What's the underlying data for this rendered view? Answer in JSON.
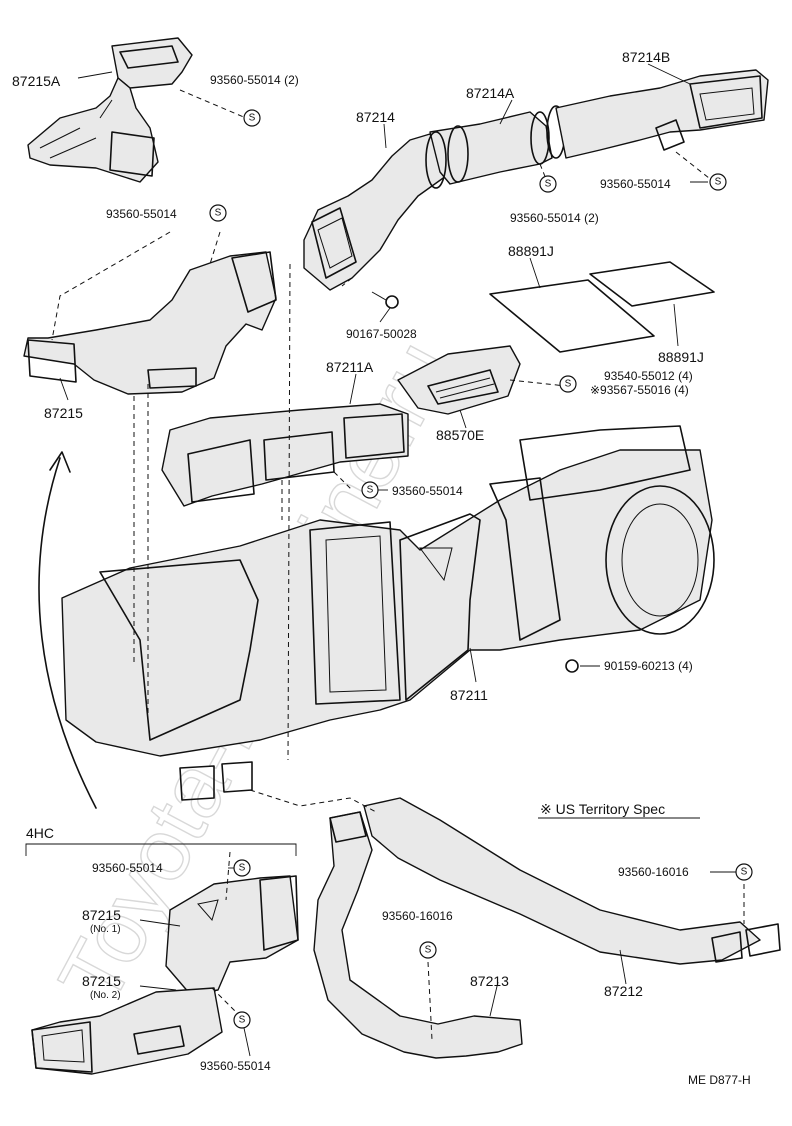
{
  "watermark": "Toyota-Driveline.ru",
  "fastener_symbol": "S",
  "labels": {
    "p87215A": "87215A",
    "b93560_55014_2a": "93560-55014 (2)",
    "p87214B": "87214B",
    "p87214A": "87214A",
    "p87214": "87214",
    "b93560_55014_r": "93560-55014",
    "b93560_55014_2b": "93560-55014 (2)",
    "b93560_55014_l": "93560-55014",
    "p88891J_top": "88891J",
    "p88891J_bot": "88891J",
    "b90167_50028": "90167-50028",
    "p87215": "87215",
    "p87211A": "87211A",
    "b93540_55012": "93540-55012 (4)",
    "b93567_55016": "※93567-55016 (4)",
    "p88570E": "88570E",
    "b93560_55014_m": "93560-55014",
    "b90159_60213": "90159-60213 (4)",
    "p87211": "87211",
    "us_spec": "※ US Territory Spec",
    "hc4": "4HC",
    "b93560_55014_4hc_top": "93560-55014",
    "p87215_no1": "87215",
    "p87215_no1_sub": "(No. 1)",
    "p87215_no2": "87215",
    "p87215_no2_sub": "(No. 2)",
    "b93560_55014_4hc_bot": "93560-55014",
    "b93560_16016_a": "93560-16016",
    "b93560_16016_b": "93560-16016",
    "p87213": "87213",
    "p87212": "87212",
    "code": "ME  D877-H"
  }
}
